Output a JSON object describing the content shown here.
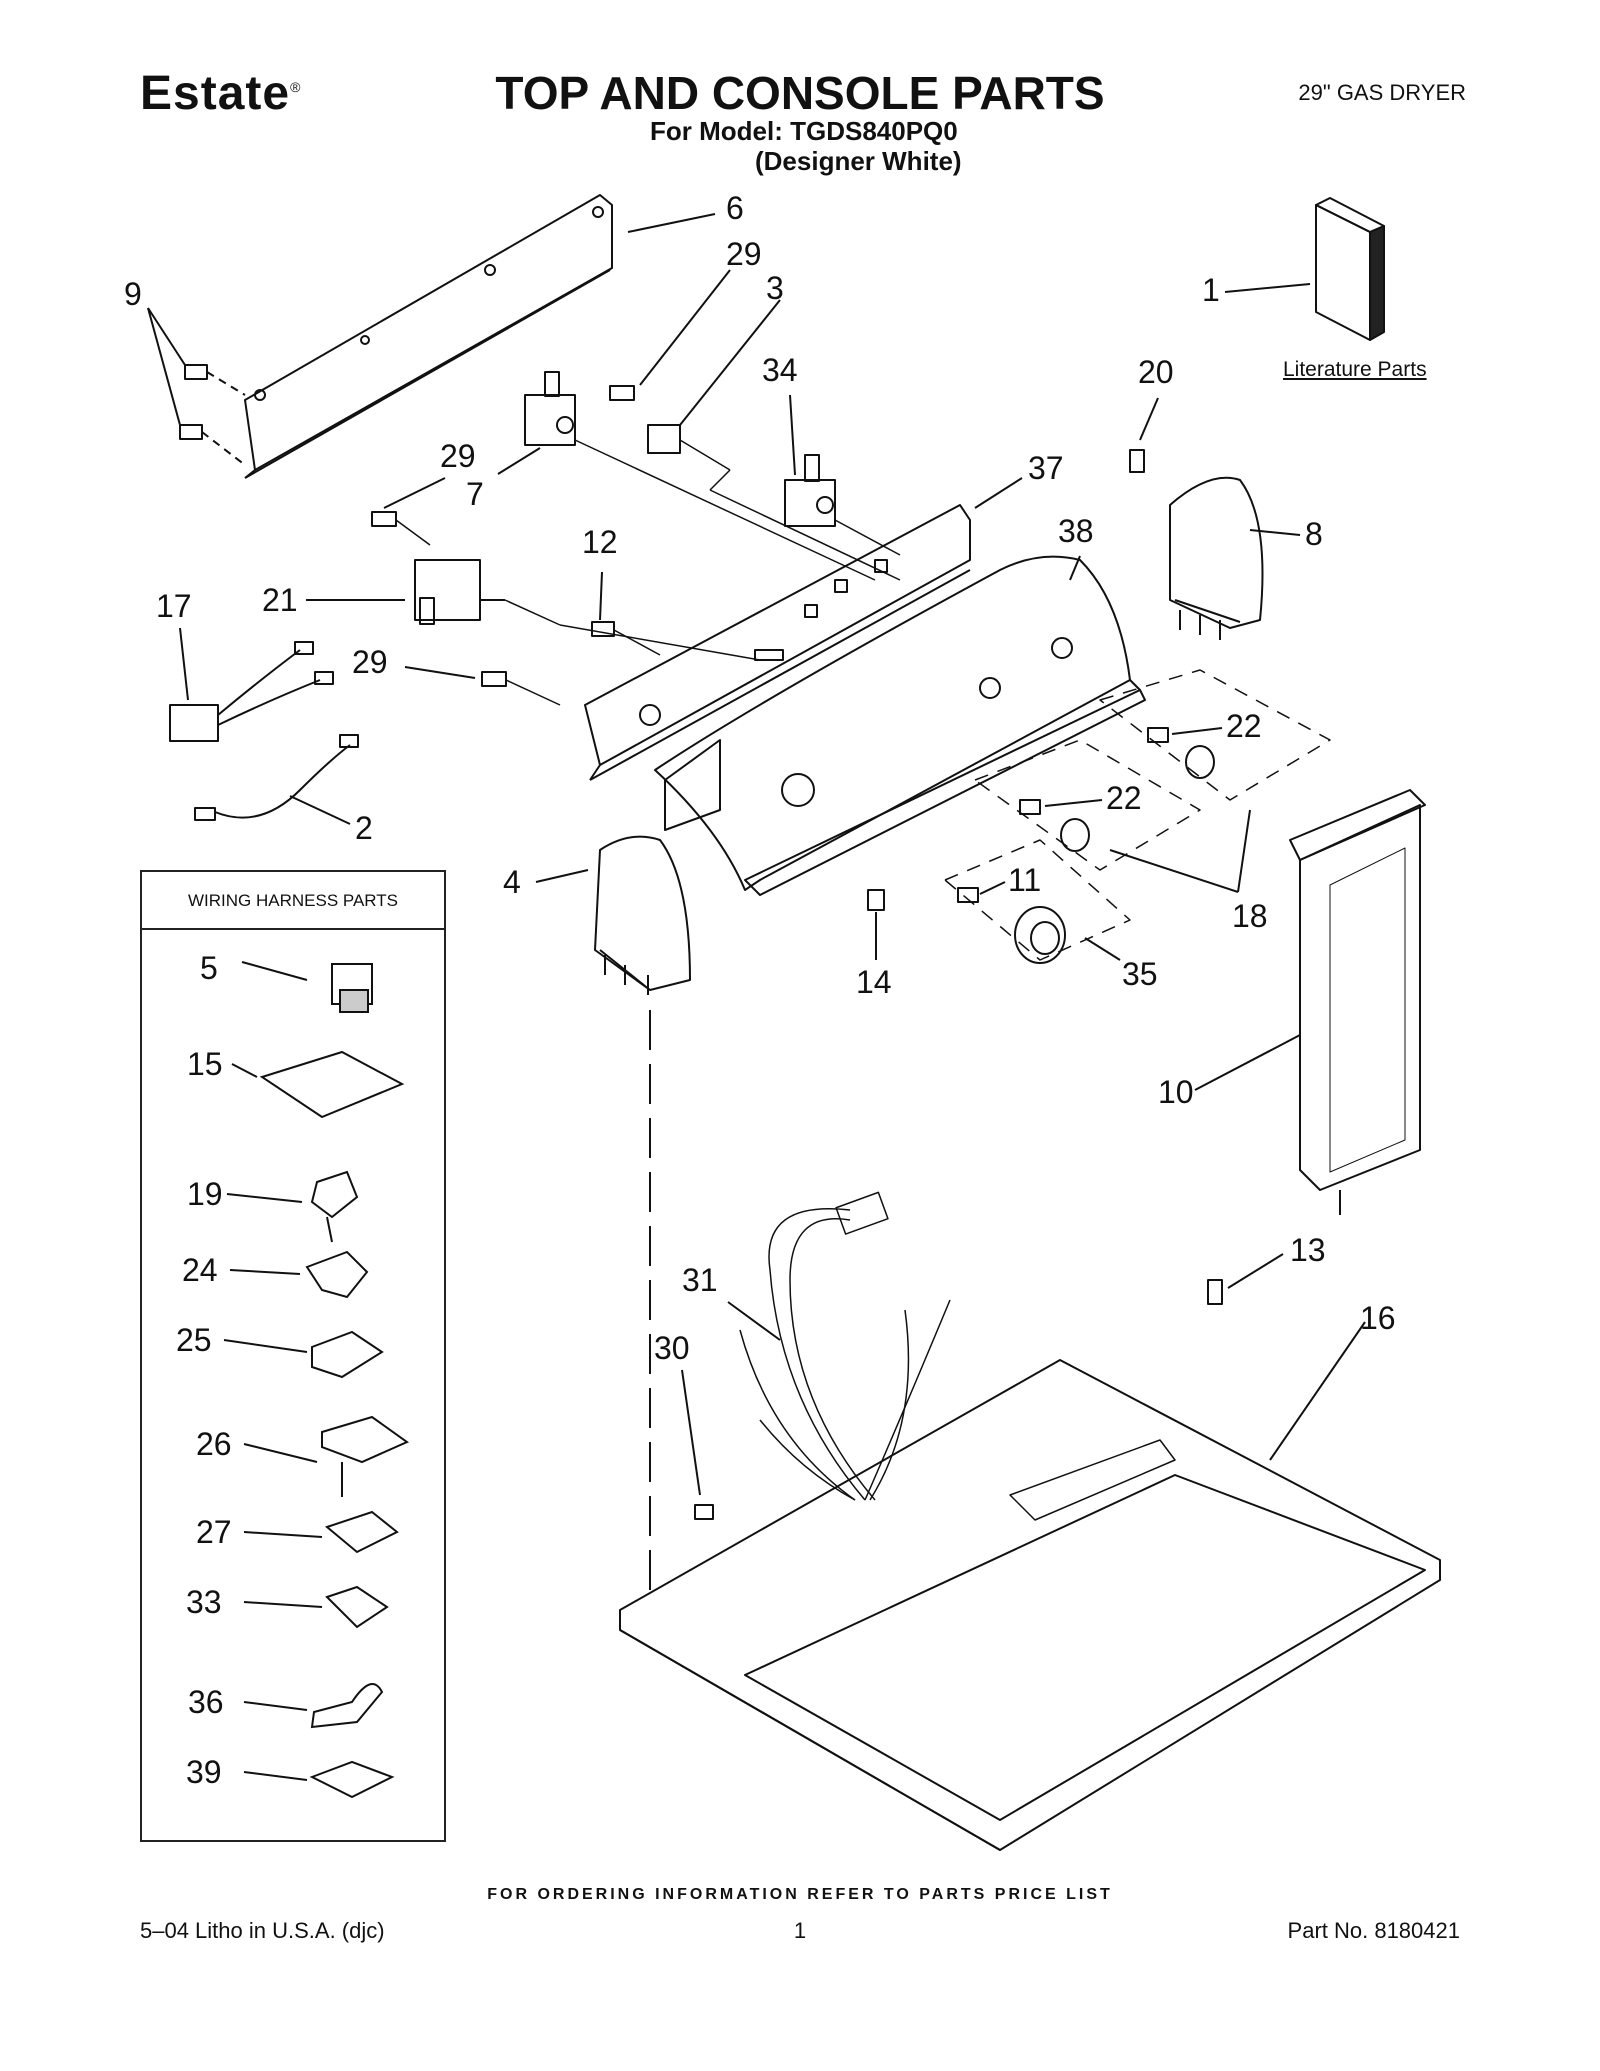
{
  "header": {
    "brand": "Estate",
    "brand_mark": "®",
    "title": "TOP AND CONSOLE PARTS",
    "product": "29\" GAS DRYER",
    "model_line": "For Model: TGDS840PQ0",
    "color_line": "(Designer White)"
  },
  "literature_label": "Literature Parts",
  "harness_box": {
    "title": "WIRING HARNESS PARTS",
    "items": [
      "5",
      "15",
      "19",
      "24",
      "25",
      "26",
      "27",
      "33",
      "36",
      "39"
    ]
  },
  "callouts": [
    {
      "id": "c6",
      "label": "6"
    },
    {
      "id": "c29a",
      "label": "29"
    },
    {
      "id": "c3",
      "label": "3"
    },
    {
      "id": "c9",
      "label": "9"
    },
    {
      "id": "c1",
      "label": "1"
    },
    {
      "id": "c34",
      "label": "34"
    },
    {
      "id": "c20",
      "label": "20"
    },
    {
      "id": "c29b",
      "label": "29"
    },
    {
      "id": "c7",
      "label": "7"
    },
    {
      "id": "c37",
      "label": "37"
    },
    {
      "id": "c38",
      "label": "38"
    },
    {
      "id": "c8",
      "label": "8"
    },
    {
      "id": "c12",
      "label": "12"
    },
    {
      "id": "c17",
      "label": "17"
    },
    {
      "id": "c21",
      "label": "21"
    },
    {
      "id": "c29c",
      "label": "29"
    },
    {
      "id": "c22a",
      "label": "22"
    },
    {
      "id": "c22b",
      "label": "22"
    },
    {
      "id": "c2",
      "label": "2"
    },
    {
      "id": "c4",
      "label": "4"
    },
    {
      "id": "c11",
      "label": "11"
    },
    {
      "id": "c18",
      "label": "18"
    },
    {
      "id": "c14",
      "label": "14"
    },
    {
      "id": "c35",
      "label": "35"
    },
    {
      "id": "c10",
      "label": "10"
    },
    {
      "id": "c13",
      "label": "13"
    },
    {
      "id": "c31",
      "label": "31"
    },
    {
      "id": "c16",
      "label": "16"
    },
    {
      "id": "c30",
      "label": "30"
    }
  ],
  "footer": {
    "ordering_note": "FOR ORDERING INFORMATION REFER TO PARTS PRICE LIST",
    "litho": "5–04 Litho in U.S.A. (djc)",
    "page": "1",
    "part_no": "Part No. 8180421"
  }
}
